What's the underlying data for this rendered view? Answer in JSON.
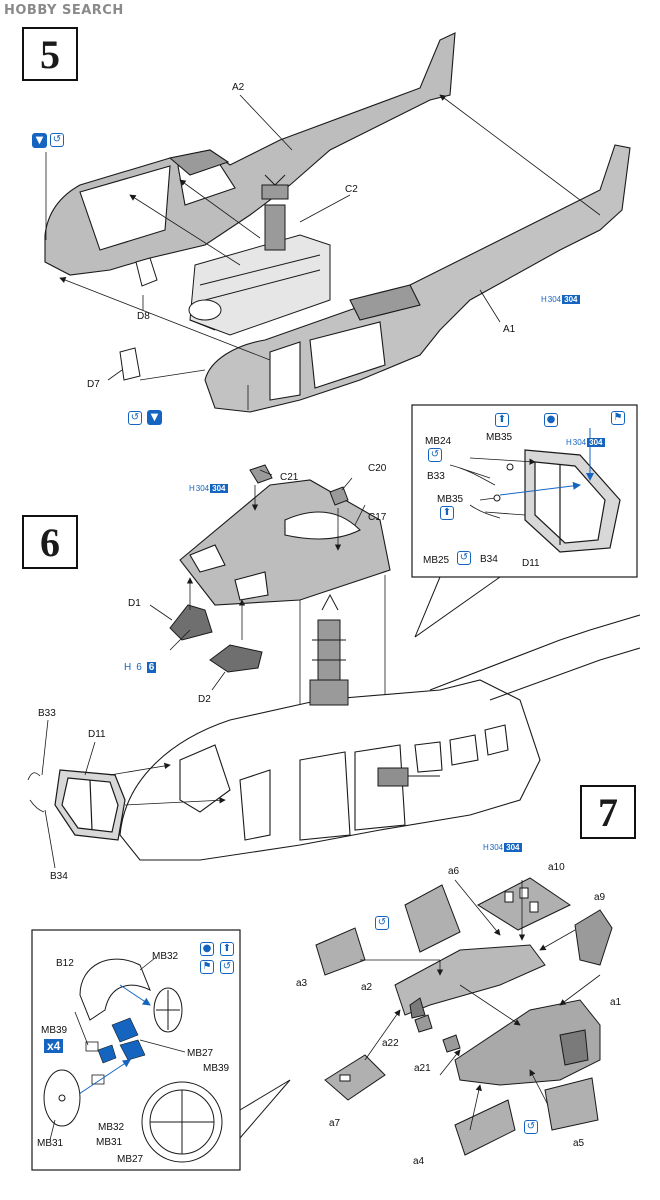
{
  "watermark": "HOBBY SEARCH",
  "steps": [
    "5",
    "6",
    "7"
  ],
  "colors": {
    "ink": "#1a1a1a",
    "part_fill": "#b9b9b9",
    "part_dark": "#6f6f6f",
    "paint_blue": "#1565c0"
  },
  "icons": {
    "glue": "glue-drop-icon",
    "cement": "cement-icon",
    "rotate": "rotate-arrows-icon",
    "arrow_up": "arrow-up-icon",
    "flag": "flag-icon"
  },
  "step5": {
    "labels": {
      "a2": "A2",
      "c2": "C2",
      "a1": "A1",
      "d8": "D8",
      "d7": "D7"
    },
    "paint": {
      "prefix": "H",
      "code_a": "304",
      "code_b": "304"
    }
  },
  "step6": {
    "labels": {
      "c21": "C21",
      "c20": "C20",
      "c17": "C17",
      "d1": "D1",
      "d2": "D2",
      "b33": "B33",
      "d11": "D11",
      "b34": "B34"
    },
    "paint_top": {
      "prefix": "H",
      "code_a": "304",
      "code_b": "304"
    },
    "paint_d": {
      "prefix": "H",
      "code_a": "6",
      "code_b": "6"
    },
    "inset": {
      "labels": {
        "mb24": "MB24",
        "mb35_top": "MB35",
        "b33": "B33",
        "mb35_mid": "MB35",
        "mb25": "MB25",
        "b34": "B34",
        "d11": "D11"
      },
      "paint": {
        "prefix": "H",
        "code_a": "304",
        "code_b": "304"
      }
    }
  },
  "step7": {
    "labels": {
      "a6": "a6",
      "a10": "a10",
      "a9": "a9",
      "a3": "a3",
      "a2": "a2",
      "a1": "a1",
      "a22": "a22",
      "a21": "a21",
      "a7": "a7",
      "a5": "a5",
      "a4": "a4"
    },
    "paint": {
      "prefix": "H",
      "code_a": "304",
      "code_b": "304"
    },
    "inset": {
      "labels": {
        "b12": "B12",
        "mb32_top": "MB32",
        "mb39_left": "MB39",
        "mb27_mid": "MB27",
        "mb39_right": "MB39",
        "mb31_left": "MB31",
        "mb32_bottom": "MB32",
        "mb31_bottom": "MB31",
        "mb27_bottom": "MB27"
      },
      "multiplier": "x4"
    }
  }
}
